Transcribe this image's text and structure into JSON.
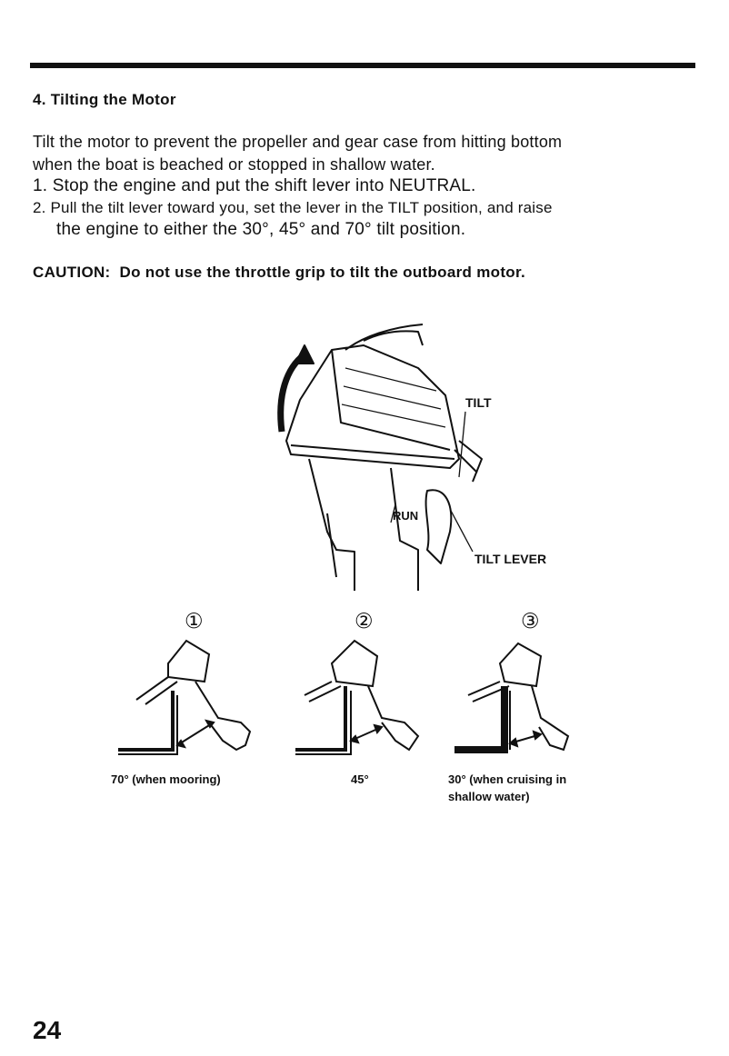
{
  "section": {
    "heading": "4. Tilting the Motor"
  },
  "intro": {
    "line1": "Tilt the motor to prevent the propeller and gear case from hitting bottom",
    "line2": "when the boat is beached or stopped in shallow water."
  },
  "steps": [
    {
      "text": "1. Stop the engine and put the shift lever into NEUTRAL."
    },
    {
      "text": "2. Pull the tilt lever toward you, set the lever in the TILT position, and raise",
      "continuation": "the engine to either the 30°, 45° and 70° tilt position."
    }
  ],
  "caution": {
    "label": "CAUTION:",
    "text": "Do not use the throttle grip to tilt the outboard motor."
  },
  "figure": {
    "labels": {
      "tilt": "TILT",
      "run": "RUN",
      "tilt_lever": "TILT LEVER"
    },
    "positions": [
      {
        "number": "①",
        "caption_line1": "70° (when mooring)",
        "caption_line2": ""
      },
      {
        "number": "②",
        "caption_line1": "45°",
        "caption_line2": ""
      },
      {
        "number": "③",
        "caption_line1": "30° (when cruising in",
        "caption_line2": "shallow water)"
      }
    ]
  },
  "page_number": "24"
}
